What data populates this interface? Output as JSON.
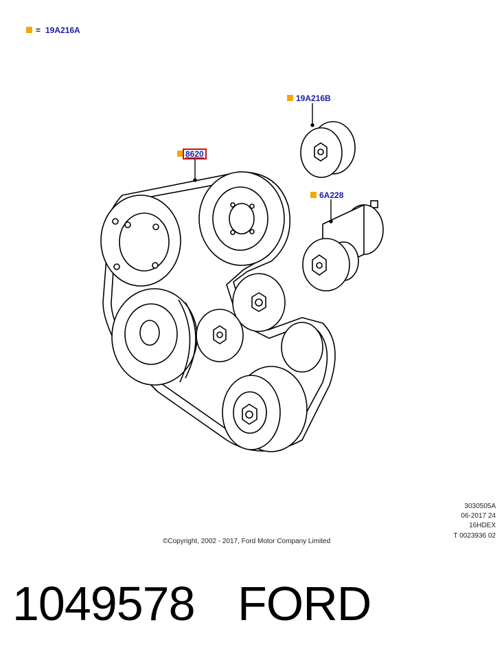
{
  "legend": {
    "symbol_color": "#f5a800",
    "equals": "=",
    "code": "19A216A"
  },
  "callouts": {
    "belt": "8620",
    "idler_top": "19A216B",
    "tensioner": "6A228"
  },
  "colors": {
    "callout_text": "#1a1aa6",
    "highlight_border": "#d01010"
  },
  "meta_lines": [
    "3030505A",
    "06-2017 24",
    "16HDEX",
    "T 0023936 02"
  ],
  "copyright": "©Copyright, 2002 - 2017, Ford Motor Company Limited",
  "part_number": "1049578",
  "brand": "FORD"
}
